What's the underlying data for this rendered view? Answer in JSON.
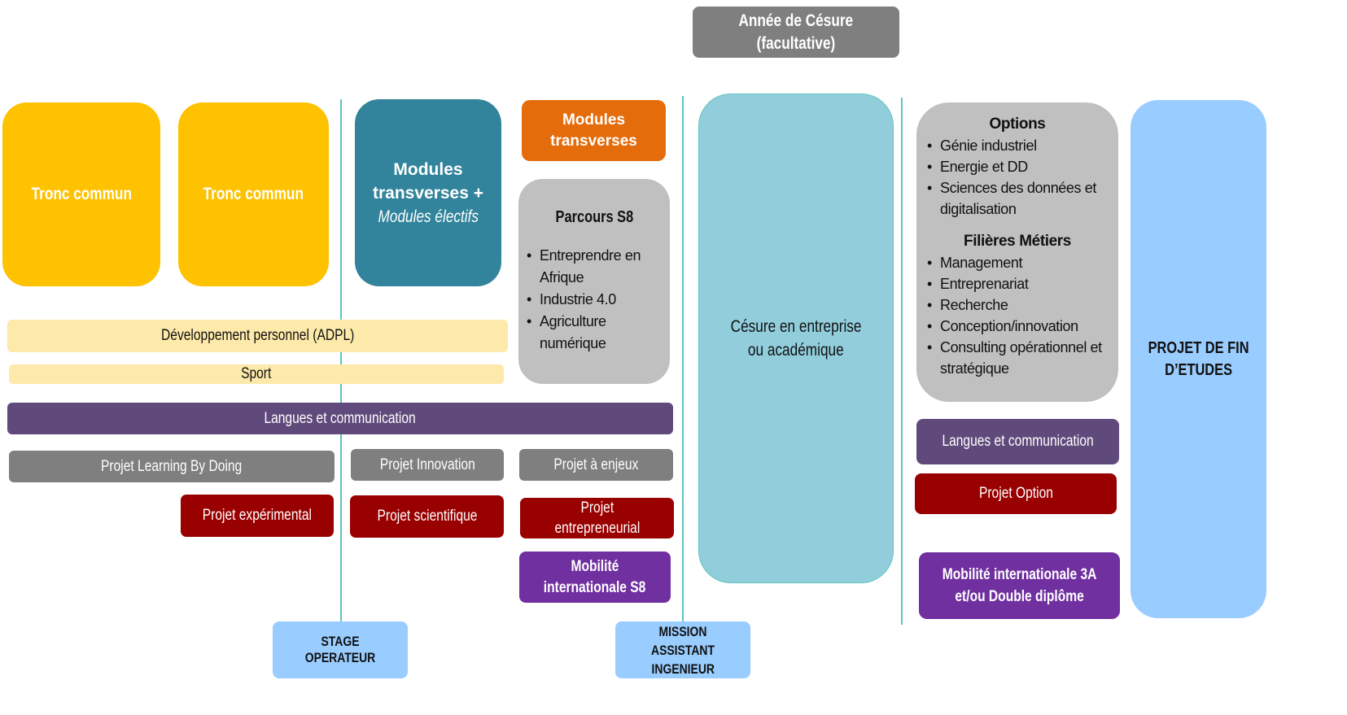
{
  "colors": {
    "yellow": "#fec200",
    "teal_dark": "#31849b",
    "orange": "#e46c0a",
    "grey_box": "#c0c0c0",
    "grey_bar": "#7f7f7f",
    "cream": "#fde9a9",
    "purple_dark": "#604a7b",
    "red": "#990000",
    "purple": "#7030a0",
    "light_teal": "#92cddc",
    "light_blue": "#99ccff",
    "divider": "#5fc4bd"
  },
  "cesure_year": {
    "line1": "Année de Césure",
    "line2": "(facultative)"
  },
  "tronc_commun_1": "Tronc commun",
  "tronc_commun_2": "Tronc commun",
  "modules_electifs": {
    "line1": "Modules",
    "line2": "transverses +",
    "line3": "Modules électifs"
  },
  "modules_transverses": {
    "line1": "Modules",
    "line2": "transverses"
  },
  "parcours_s8": {
    "title": "Parcours S8",
    "items": [
      "Entreprendre en Afrique",
      "Industrie 4.0",
      "Agriculture numérique"
    ]
  },
  "cesure_box": {
    "line1": "Césure en entreprise",
    "line2": "ou académique"
  },
  "options": {
    "title": "Options",
    "items": [
      "Génie industriel",
      "Energie et DD",
      "Sciences des données et digitalisation"
    ],
    "filieres_title": "Filières Métiers",
    "filieres": [
      "Management",
      "Entreprenariat",
      "Recherche",
      "Conception/innovation",
      "Consulting opérationnel et stratégique"
    ]
  },
  "pfe": {
    "line1": "PROJET DE FIN",
    "line2": "D’ETUDES"
  },
  "adpl": "Développement personnel (ADPL)",
  "sport": "Sport",
  "langues_main": "Langues et communication",
  "langues_right": "Langues et communication",
  "projects": {
    "learning_by_doing": "Projet Learning By Doing",
    "innovation": "Projet Innovation",
    "a_enjeux": "Projet à enjeux",
    "experimental": "Projet expérimental",
    "scientifique": "Projet scientifique",
    "entrepreneurial": {
      "line1": "Projet",
      "line2": "entrepreneurial"
    },
    "option": "Projet Option"
  },
  "mobilite_s8": {
    "line1": "Mobilité",
    "line2": "internationale S8"
  },
  "mobilite_3a": {
    "line1": "Mobilité internationale 3A",
    "line2": "et/ou Double diplôme"
  },
  "stage_operateur": "STAGE OPERATEUR",
  "mission_assistant": {
    "line1": "MISSION ASSISTANT",
    "line2": "INGENIEUR"
  }
}
